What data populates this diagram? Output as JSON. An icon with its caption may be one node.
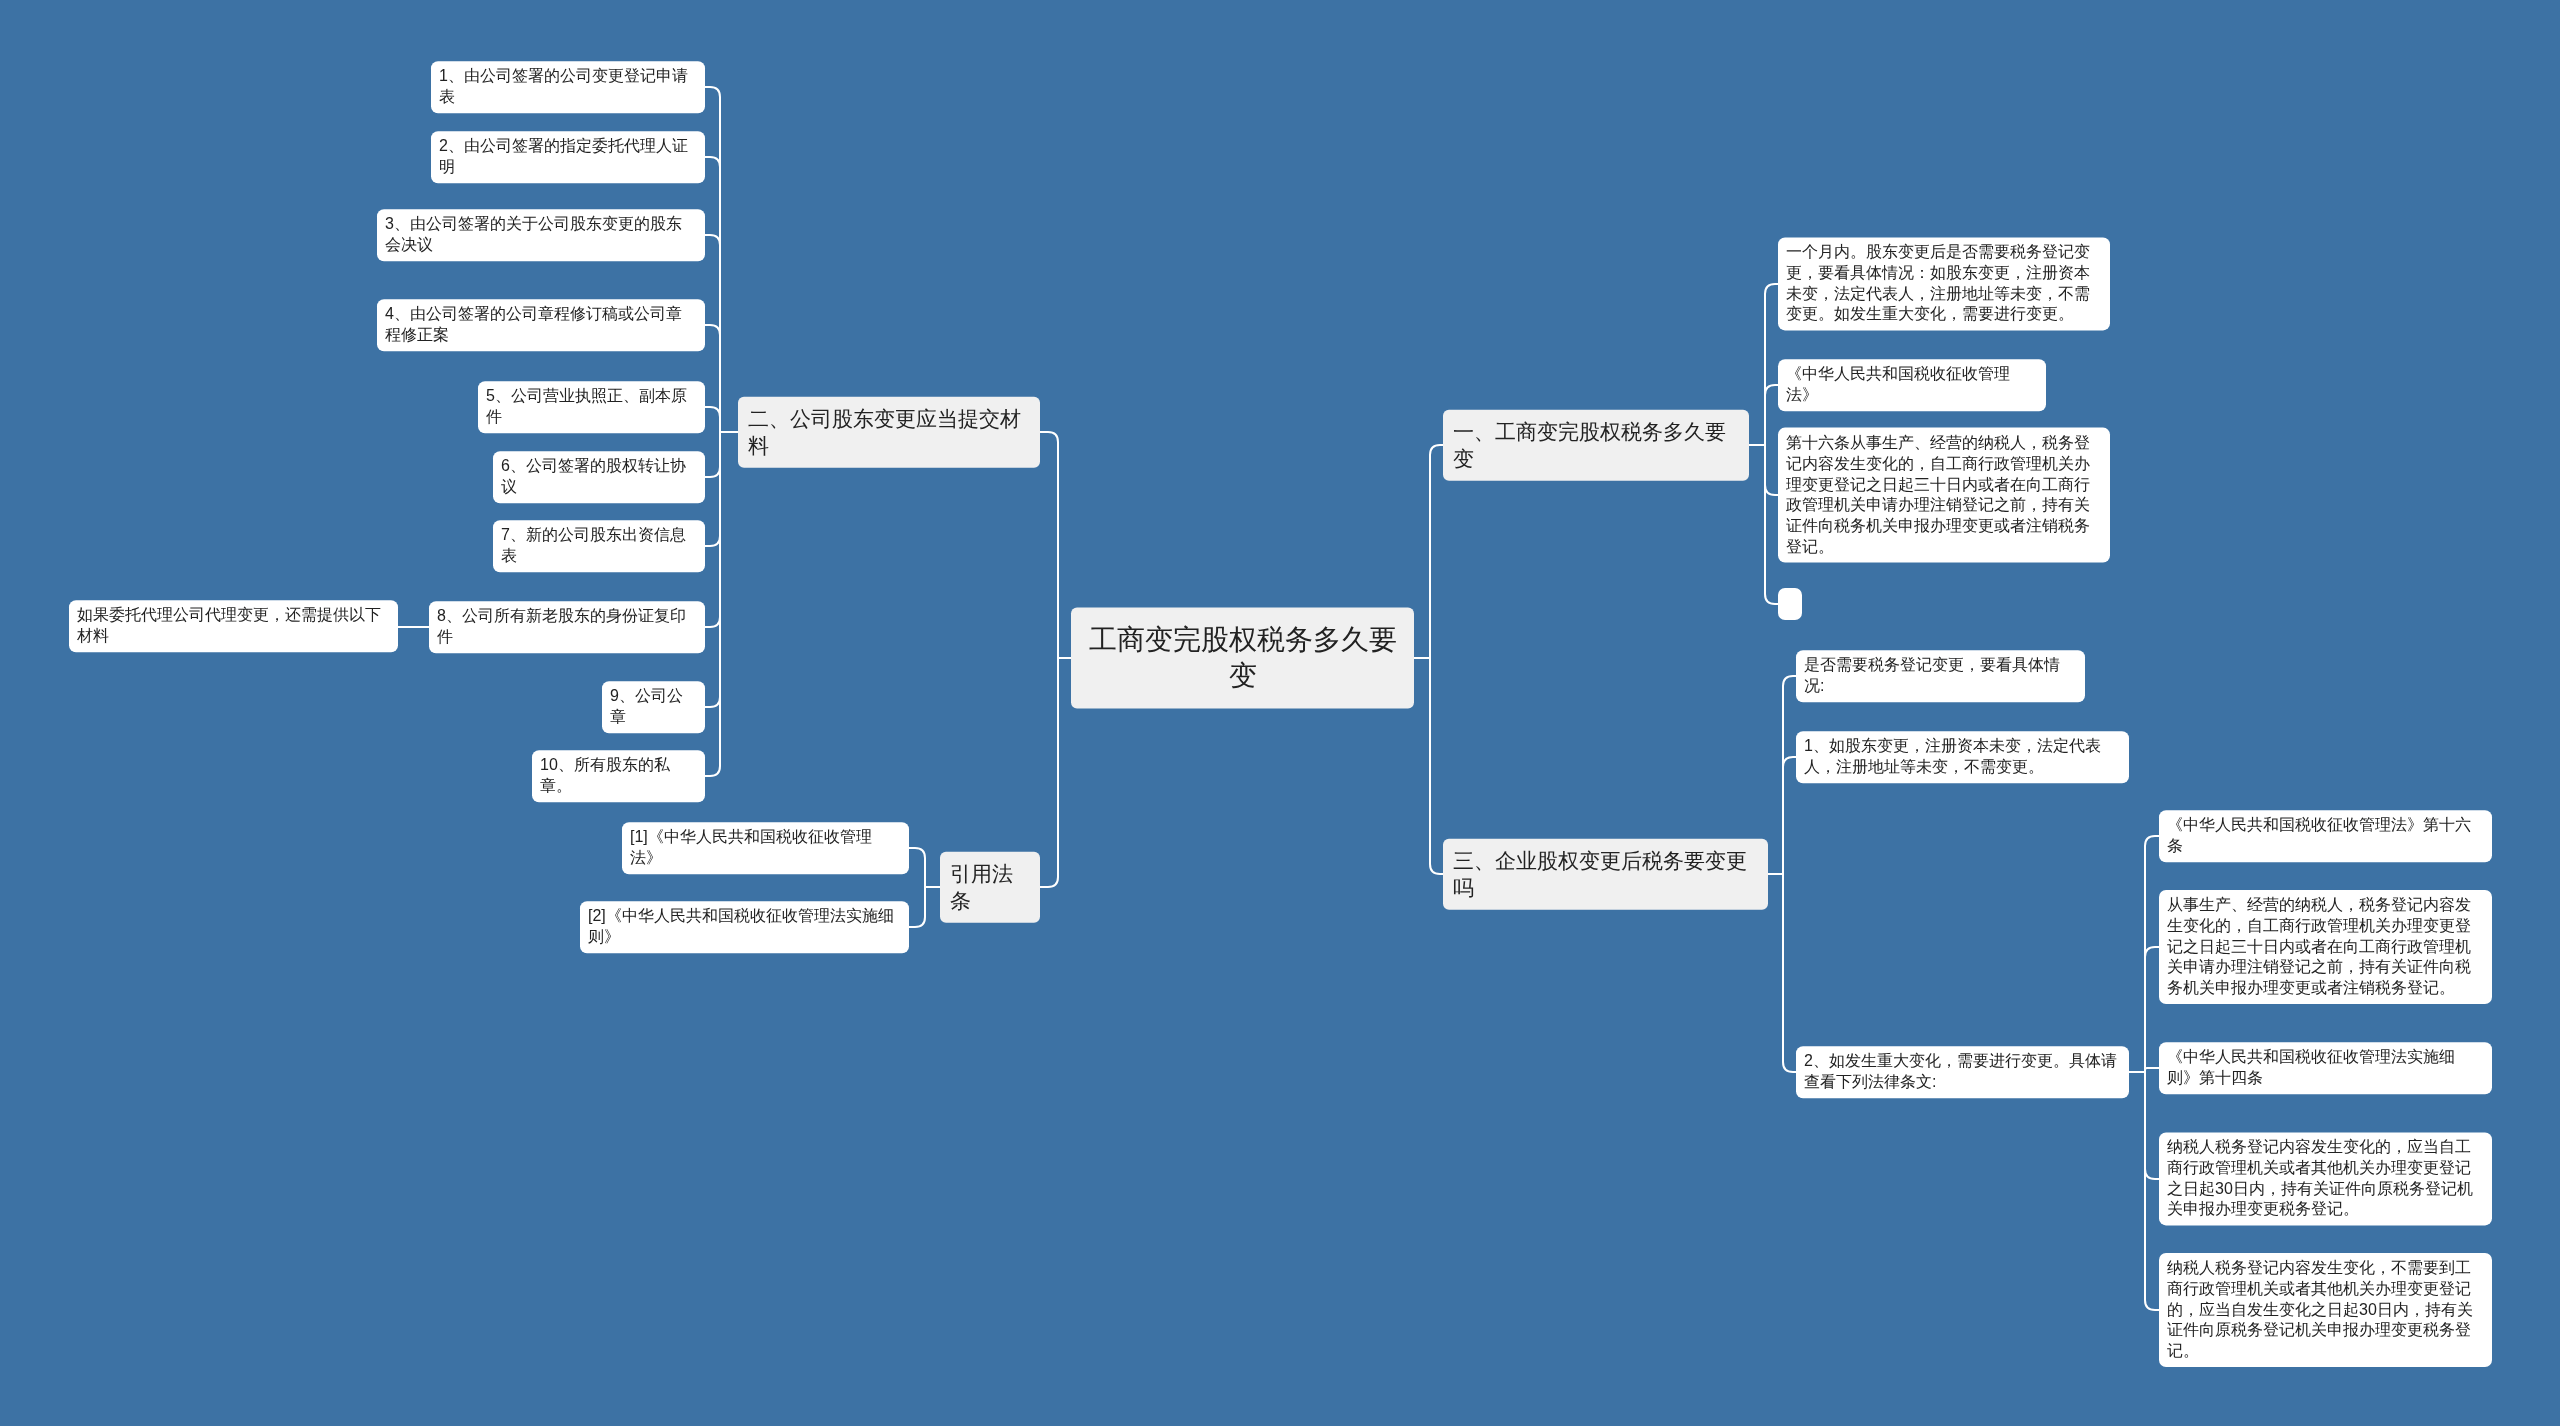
{
  "diagram": {
    "nodes": [
      {
        "text": [
          "工商变完股权税务多久要变"
        ]
      },
      {
        "text": [
          "一、工商变完股权税务多久要变"
        ]
      },
      {
        "text": [
          "一个月内。股东变更后是否需要税务登记变更，要看具体情况：如股东变更，注册资本未变，法定代表人，注册地址等未变，不需变更。如发生重大变化，需要进行变更。"
        ]
      },
      {
        "text": [
          "《中华人民共和国税收征收管理法》"
        ]
      },
      {
        "text": [
          "第十六条从事生产、经营的纳税人，税务登记内容发生变化的，自工商行政管理机关办理变更登记之日起三十日内或者在向工商行政管理机关申请办理注销登记之前，持有关证件向税务机关申报办理变更或者注销税务登记。"
        ]
      },
      {
        "text": [],
        "shape": "box"
      },
      {
        "text": [
          "二、公司股东变更应当提交材料"
        ]
      },
      {
        "text": [
          "1、由公司签署的公司变更登记申请表"
        ]
      },
      {
        "text": [
          "2、由公司签署的指定委托代理人证明"
        ]
      },
      {
        "text": [
          "3、由公司签署的关于公司股东变更的股东会决议"
        ]
      },
      {
        "text": [
          "4、由公司签署的公司章程修订稿或公司章程修正案"
        ]
      },
      {
        "text": [
          "5、公司营业执照正、副本原件"
        ]
      },
      {
        "text": [
          "6、公司签署的股权转让协议"
        ]
      },
      {
        "text": [
          "7、新的公司股东出资信息表"
        ]
      },
      {
        "text": [
          "8、公司所有新老股东的身份证复印件"
        ]
      },
      {
        "text": [
          "9、公司公章"
        ]
      },
      {
        "text": [
          "10、所有股东的私章。"
        ]
      },
      {
        "text": [
          "如果委托代理公司代理变更，还需提供以下材料"
        ]
      },
      {
        "text": [
          "引用法条"
        ]
      },
      {
        "text": [
          "[1]《中华人民共和国税收征收管理法》"
        ]
      },
      {
        "text": [
          "[2]《中华人民共和国税收征收管理法实施细则》"
        ]
      },
      {
        "text": [
          "三、企业股权变更后税务要变更吗"
        ]
      },
      {
        "text": [
          "是否需要税务登记变更，要看具体情况:"
        ]
      },
      {
        "text": [
          "1、如股东变更，注册资本未变，法定代表人，注册地址等未变，不需变更。"
        ]
      },
      {
        "text": [
          "2、如发生重大变化，需要进行变更。具体请查看下列法律条文:"
        ]
      },
      {
        "text": [
          "《中华人民共和国税收征收管理法》第十六条"
        ]
      },
      {
        "text": [
          "从事生产、经营的纳税人，税务登记内容发生变化的，自工商行政管理机关办理变更登记之日起三十日内或者在向工商行政管理机关申请办理注销登记之前，持有关证件向税务机关申报办理变更或者注销税务登记。"
        ]
      },
      {
        "text": [
          "《中华人民共和国税收征收管理法实施细则》第十四条"
        ]
      },
      {
        "text": [
          "纳税人税务登记内容发生变化的，应当自工商行政管理机关或者其他机关办理变更登记之日起30日内，持有关证件向原税务登记机关申报办理变更税务登记。"
        ]
      },
      {
        "text": [
          "纳税人税务登记内容发生变化，不需要到工商行政管理机关或者其他机关办理变更登记的，应当自发生变化之日起30日内，持有关证件向原税务登记机关申报办理变更税务登记。"
        ]
      }
    ],
    "edges": [
      {
        "from": 0,
        "to": 1,
        "arrow": "none"
      },
      {
        "from": 1,
        "to": 2,
        "arrow": "none"
      },
      {
        "from": 1,
        "to": 3,
        "arrow": "none"
      },
      {
        "from": 1,
        "to": 4,
        "arrow": "none"
      },
      {
        "from": 1,
        "to": 5,
        "arrow": "none"
      },
      {
        "from": 0,
        "to": 6,
        "arrow": "none"
      },
      {
        "from": 6,
        "to": 7,
        "arrow": "none"
      },
      {
        "from": 6,
        "to": 8,
        "arrow": "none"
      },
      {
        "from": 6,
        "to": 9,
        "arrow": "none"
      },
      {
        "from": 6,
        "to": 10,
        "arrow": "none"
      },
      {
        "from": 6,
        "to": 11,
        "arrow": "none"
      },
      {
        "from": 6,
        "to": 12,
        "arrow": "none"
      },
      {
        "from": 6,
        "to": 13,
        "arrow": "none"
      },
      {
        "from": 6,
        "to": 14,
        "arrow": "none"
      },
      {
        "from": 6,
        "to": 15,
        "arrow": "none"
      },
      {
        "from": 6,
        "to": 16,
        "arrow": "none"
      },
      {
        "from": 14,
        "to": 17,
        "arrow": "none"
      },
      {
        "from": 0,
        "to": 18,
        "arrow": "none"
      },
      {
        "from": 18,
        "to": 19,
        "arrow": "none"
      },
      {
        "from": 18,
        "to": 20,
        "arrow": "none"
      },
      {
        "from": 0,
        "to": 21,
        "arrow": "none"
      },
      {
        "from": 21,
        "to": 22,
        "arrow": "none"
      },
      {
        "from": 21,
        "to": 23,
        "arrow": "none"
      },
      {
        "from": 21,
        "to": 24,
        "arrow": "none"
      },
      {
        "from": 24,
        "to": 25,
        "arrow": "none"
      },
      {
        "from": 24,
        "to": 26,
        "arrow": "none"
      },
      {
        "from": 24,
        "to": 27,
        "arrow": "none"
      },
      {
        "from": 24,
        "to": 28,
        "arrow": "none"
      },
      {
        "from": 24,
        "to": 29,
        "arrow": "none"
      }
    ]
  }
}
